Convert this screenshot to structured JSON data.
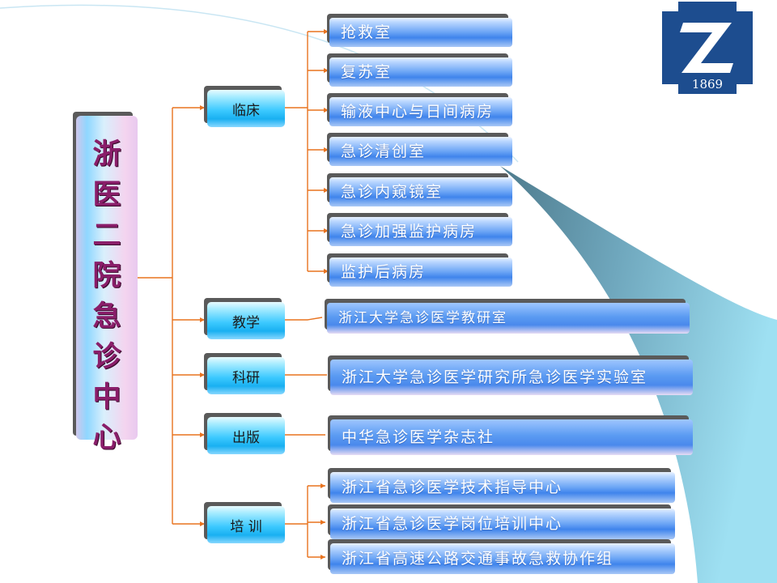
{
  "root": {
    "title_chars": [
      "浙",
      "医",
      "二",
      "院",
      "急",
      "诊",
      "中",
      "心"
    ]
  },
  "logo": {
    "letter": "Z",
    "year": "1869",
    "color": "#1d4d8f"
  },
  "categories": [
    {
      "label": "临床"
    },
    {
      "label": "教学"
    },
    {
      "label": "科研"
    },
    {
      "label": "出版"
    },
    {
      "label": "培  训"
    }
  ],
  "clinical_units": [
    {
      "label": "抢救室"
    },
    {
      "label": "复苏室"
    },
    {
      "label": "输液中心与日间病房"
    },
    {
      "label": "急诊清创室"
    },
    {
      "label": "急诊内窥镜室"
    },
    {
      "label": "急诊加强监护病房"
    },
    {
      "label": "监护后病房"
    }
  ],
  "teaching_unit": {
    "label": "浙江大学急诊医学教研室"
  },
  "research_unit": {
    "label": "浙江大学急诊医学研究所急诊医学实验室"
  },
  "publishing_unit": {
    "label": "中华急诊医学杂志社"
  },
  "training_units": [
    {
      "label": "浙江省急诊医学技术指导中心"
    },
    {
      "label": "浙江省急诊医学岗位培训中心"
    },
    {
      "label": "浙江省高速公路交通事故急救协作组"
    }
  ],
  "colors": {
    "connector": "#e8731f",
    "leaf_blue": "#4a8cf0",
    "category_cyan": "#2bbdf5",
    "root_text": "#8a1e6a",
    "decor": "#8fd3e8"
  }
}
